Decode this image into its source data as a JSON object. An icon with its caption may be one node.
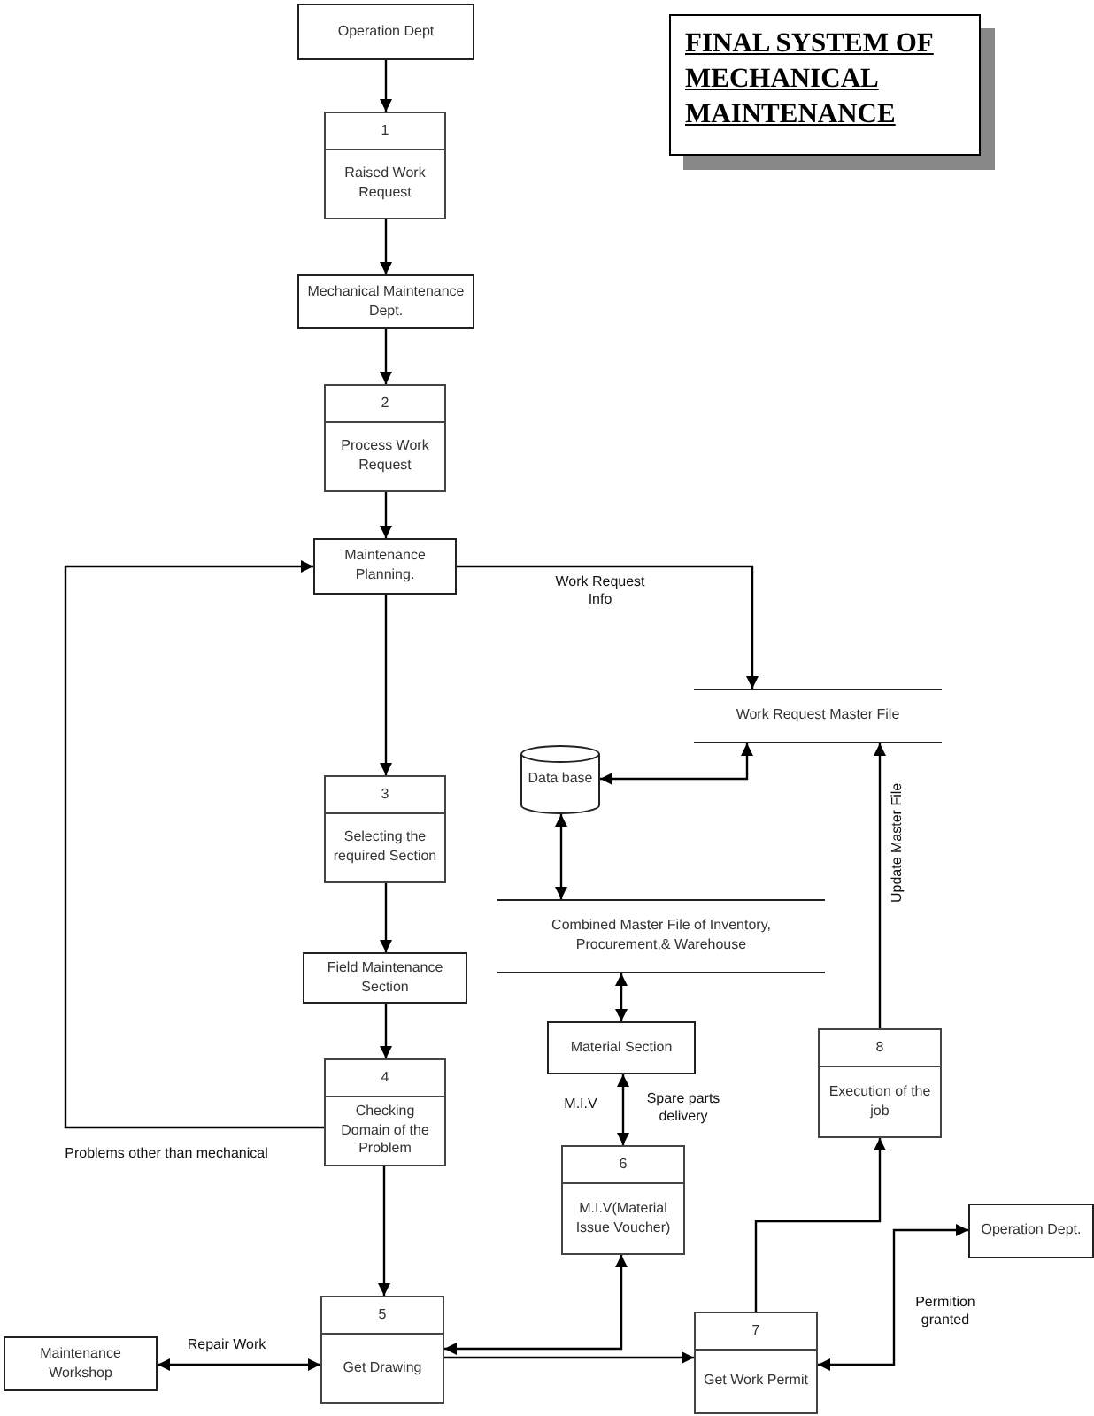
{
  "diagram": {
    "title": "FINAL SYSTEM OF MECHANICAL MAINTENANCE",
    "nodes": [
      {
        "text": [
          "Operation Dept"
        ]
      },
      {
        "text": [
          "1",
          "Raised Work Request"
        ]
      },
      {
        "text": [
          "Mechanical Maintenance Dept."
        ]
      },
      {
        "text": [
          "2",
          "Process Work Request"
        ]
      },
      {
        "text": [
          "Maintenance Planning."
        ]
      },
      {
        "text": [
          "Work Request Master File"
        ]
      },
      {
        "text": [
          "Data base"
        ]
      },
      {
        "text": [
          "3",
          "Selecting the required Section"
        ]
      },
      {
        "text": [
          "Combined Master File of Inventory, Procurement,& Warehouse"
        ]
      },
      {
        "text": [
          "Field Maintenance Section"
        ]
      },
      {
        "text": [
          "Material Section"
        ]
      },
      {
        "text": [
          "8",
          "Execution of the job"
        ]
      },
      {
        "text": [
          "4",
          "Checking Domain of the Problem"
        ]
      },
      {
        "text": [
          "6",
          "M.I.V(Material Issue Voucher)"
        ]
      },
      {
        "text": [
          "Operation Dept."
        ]
      },
      {
        "text": [
          "5",
          "Get Drawing"
        ]
      },
      {
        "text": [
          "Maintenance Workshop"
        ]
      },
      {
        "text": [
          "7",
          "Get Work Permit"
        ]
      }
    ],
    "edges": [
      {
        "from": 0,
        "to": 1,
        "arrow": "to"
      },
      {
        "from": 1,
        "to": 2,
        "arrow": "to"
      },
      {
        "from": 2,
        "to": 3,
        "arrow": "to"
      },
      {
        "from": 3,
        "to": 4,
        "arrow": "to"
      },
      {
        "from": 4,
        "to": 5,
        "arrow": "to",
        "label": "Work Request Info"
      },
      {
        "from": 4,
        "to": 7,
        "arrow": "to"
      },
      {
        "from": 5,
        "to": 6,
        "arrow": "both"
      },
      {
        "from": 6,
        "to": 8,
        "arrow": "both"
      },
      {
        "from": 7,
        "to": 9,
        "arrow": "to"
      },
      {
        "from": 9,
        "to": 12,
        "arrow": "to"
      },
      {
        "from": 12,
        "to": 4,
        "arrow": "to",
        "label": "Problems other than mechanical"
      },
      {
        "from": 8,
        "to": 10,
        "arrow": "both"
      },
      {
        "from": 10,
        "to": 13,
        "arrow": "both"
      },
      {
        "from": 12,
        "to": 15,
        "arrow": "to"
      },
      {
        "from": 15,
        "to": 13,
        "arrow": "both"
      },
      {
        "from": 16,
        "to": 15,
        "arrow": "both",
        "label": "Repair Work"
      },
      {
        "from": 15,
        "to": 17,
        "arrow": "to"
      },
      {
        "from": 17,
        "to": 11,
        "arrow": "to"
      },
      {
        "from": 11,
        "to": 5,
        "arrow": "to",
        "label": "Update Master File"
      },
      {
        "from": 17,
        "to": 14,
        "arrow": "both",
        "label": "Permition granted"
      }
    ],
    "labels": [
      "M.I.V",
      "Spare parts delivery"
    ]
  }
}
